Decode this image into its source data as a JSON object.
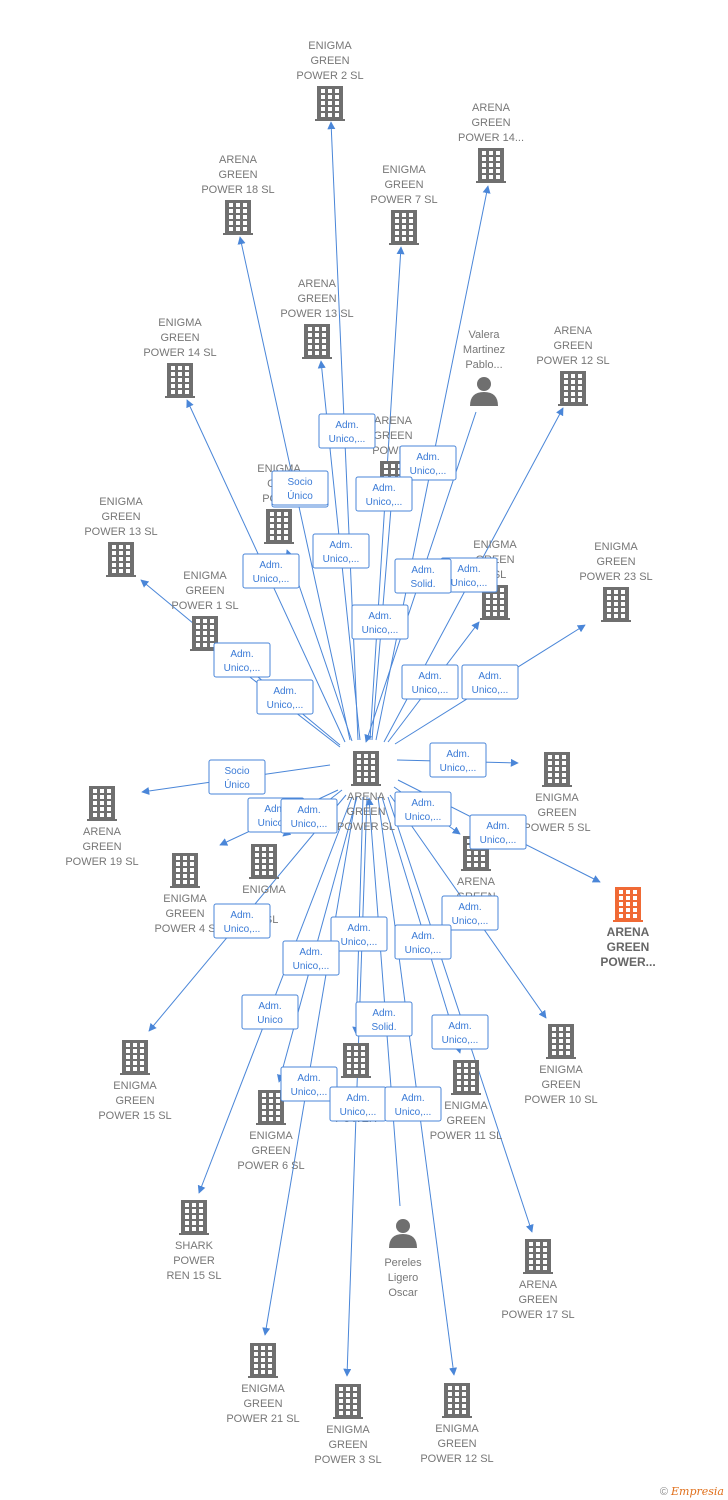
{
  "colors": {
    "edge": "#4a86d8",
    "company": "#6f6f6f",
    "highlight": "#f06a35",
    "person": "#6f6f6f"
  },
  "center": {
    "id": "center",
    "label": [
      "ARENA",
      "GREEN",
      "POWER  SL"
    ]
  },
  "nodes": [
    {
      "id": "n1",
      "type": "company",
      "label": [
        "ENIGMA",
        "GREEN",
        "POWER 2  SL"
      ]
    },
    {
      "id": "n2",
      "type": "company",
      "label": [
        "ARENA",
        "GREEN",
        "POWER 14..."
      ]
    },
    {
      "id": "n3",
      "type": "company",
      "label": [
        "ARENA",
        "GREEN",
        "POWER 18  SL"
      ]
    },
    {
      "id": "n4",
      "type": "company",
      "label": [
        "ENIGMA",
        "GREEN",
        "POWER 7  SL"
      ]
    },
    {
      "id": "n5",
      "type": "company",
      "label": [
        "ARENA",
        "GREEN",
        "POWER 13  SL"
      ]
    },
    {
      "id": "n6",
      "type": "company",
      "label": [
        "ENIGMA",
        "GREEN",
        "POWER 14  SL"
      ]
    },
    {
      "id": "n7",
      "type": "person",
      "label": [
        "Valera",
        "Martinez",
        "Pablo..."
      ]
    },
    {
      "id": "n8",
      "type": "company",
      "label": [
        "ARENA",
        "GREEN",
        "POWER 12  SL"
      ]
    },
    {
      "id": "n9",
      "type": "company",
      "label": [
        "ARENA",
        "GREEN",
        "POWER"
      ]
    },
    {
      "id": "n10",
      "type": "company",
      "label": [
        "ENIGMA",
        "GRE",
        "POWE"
      ]
    },
    {
      "id": "n11",
      "type": "company",
      "label": [
        "ENIGMA",
        "GREEN",
        "POWER 13  SL"
      ]
    },
    {
      "id": "n12",
      "type": "company",
      "label": [
        "ENIGMA",
        "GREEN",
        "8  SL"
      ]
    },
    {
      "id": "n13",
      "type": "company",
      "label": [
        "ENIGMA",
        "GREEN",
        "POWER 23  SL"
      ]
    },
    {
      "id": "n14",
      "type": "company",
      "label": [
        "ENIGMA",
        "GREEN",
        "POWER 1  SL"
      ]
    },
    {
      "id": "n15",
      "type": "company",
      "label": [
        "ENIGMA",
        "GREEN",
        "POWER 5  SL"
      ]
    },
    {
      "id": "n16",
      "type": "company",
      "label": [
        "ARENA",
        "GREEN",
        "POWER 19  SL"
      ]
    },
    {
      "id": "n17",
      "type": "company",
      "label": [
        "ENIGMA",
        "GREEN",
        "POWER 4  S"
      ]
    },
    {
      "id": "n18",
      "type": "company",
      "label": [
        "ENIGMA",
        "",
        "22  SL"
      ]
    },
    {
      "id": "n19",
      "type": "company",
      "label": [
        "ARENA",
        "GREEN",
        "P",
        "SL"
      ]
    },
    {
      "id": "n20",
      "type": "highlight",
      "label": [
        "ARENA",
        "GREEN",
        "POWER..."
      ]
    },
    {
      "id": "n21",
      "type": "company",
      "label": [
        "ENIGMA",
        "GREEN",
        "POWER 15  SL"
      ]
    },
    {
      "id": "n22",
      "type": "company",
      "label": [
        "ENIGMA",
        "GREEN",
        "POWER 10  SL"
      ]
    },
    {
      "id": "n23",
      "type": "company",
      "label": [
        "",
        "",
        "POWER"
      ]
    },
    {
      "id": "n24",
      "type": "company",
      "label": [
        "ENIGMA",
        "GREEN",
        "POWER 11  SL"
      ]
    },
    {
      "id": "n25",
      "type": "company",
      "label": [
        "ENIGMA",
        "GREEN",
        "POWER 6  SL"
      ]
    },
    {
      "id": "n26",
      "type": "company",
      "label": [
        "SHARK",
        "POWER",
        "REN 15  SL"
      ]
    },
    {
      "id": "n27",
      "type": "person",
      "label": [
        "Pereles",
        "Ligero",
        "Oscar"
      ]
    },
    {
      "id": "n28",
      "type": "company",
      "label": [
        "ARENA",
        "GREEN",
        "POWER 17  SL"
      ]
    },
    {
      "id": "n29",
      "type": "company",
      "label": [
        "ENIGMA",
        "GREEN",
        "POWER 21  SL"
      ]
    },
    {
      "id": "n30",
      "type": "company",
      "label": [
        "ENIGMA",
        "GREEN",
        "POWER 3  SL"
      ]
    },
    {
      "id": "n31",
      "type": "company",
      "label": [
        "ENIGMA",
        "GREEN",
        "POWER 12  SL"
      ]
    }
  ],
  "edges": [
    {
      "to": "n1",
      "label": [
        "Adm.",
        "Unico,..."
      ]
    },
    {
      "to": "n2",
      "label": [
        "Adm.",
        "Unico,..."
      ]
    },
    {
      "to": "n3",
      "label": [
        "Adm.",
        "Unico,..."
      ]
    },
    {
      "to": "n4",
      "label": [
        "Adm.",
        "Unico,..."
      ]
    },
    {
      "to": "n5",
      "label": [
        "Adm.",
        "Unico,..."
      ]
    },
    {
      "to": "n6",
      "label": [
        "Adm.",
        "Unico,..."
      ]
    },
    {
      "to": "n8",
      "label": [
        "Adm.",
        "Unico,..."
      ]
    },
    {
      "to": "n9",
      "label": [
        "Adm.",
        "Unico,..."
      ]
    },
    {
      "to": "n10",
      "label": [
        "Socio",
        "Único"
      ]
    },
    {
      "to": "n11",
      "label": [
        "Adm.",
        "Unico,..."
      ]
    },
    {
      "to": "n12",
      "label": [
        "Adm.",
        "Unico,..."
      ]
    },
    {
      "to": "n13",
      "label": [
        "Adm.",
        "Unico,..."
      ]
    },
    {
      "to": "n14",
      "label": [
        "Adm.",
        "Unico,..."
      ]
    },
    {
      "to": "n15",
      "label": [
        "Adm.",
        "Unico,..."
      ]
    },
    {
      "to": "n16",
      "label": [
        "Socio",
        "Único"
      ]
    },
    {
      "to": "n17",
      "label": [
        "Adm.",
        "Unico,..."
      ]
    },
    {
      "to": "n18",
      "label": [
        "Adm.",
        "Unico,..."
      ]
    },
    {
      "to": "n19",
      "label": [
        "Adm.",
        "Unico,..."
      ]
    },
    {
      "to": "n20",
      "label": [
        "Adm.",
        "Unico,..."
      ]
    },
    {
      "to": "n21",
      "label": [
        "Adm.",
        "Unico,..."
      ]
    },
    {
      "to": "n22",
      "label": [
        "Adm.",
        "Unico,..."
      ]
    },
    {
      "to": "n23",
      "label": [
        "Adm.",
        "Unico,..."
      ]
    },
    {
      "to": "n24",
      "label": [
        "Adm.",
        "Unico,..."
      ]
    },
    {
      "to": "n25",
      "label": [
        "Adm.",
        "Unico,..."
      ]
    },
    {
      "to": "n26",
      "label": [
        "Adm.",
        "Unico"
      ]
    },
    {
      "to": "n28",
      "label": [
        "Adm.",
        "Unico,..."
      ]
    },
    {
      "to": "n29",
      "label": [
        "Adm.",
        "Unico,..."
      ]
    },
    {
      "to": "n30",
      "label": [
        "Adm.",
        "Unico,..."
      ]
    },
    {
      "to": "n31",
      "label": [
        "Adm.",
        "Unico,..."
      ]
    }
  ],
  "person_edges": [
    {
      "from": "n7",
      "label": [
        "Adm.",
        "Solid."
      ]
    },
    {
      "from": "n27",
      "label": [
        "Adm.",
        "Solid."
      ]
    }
  ],
  "footer": {
    "copyright": "©",
    "brand": "Empresia"
  }
}
